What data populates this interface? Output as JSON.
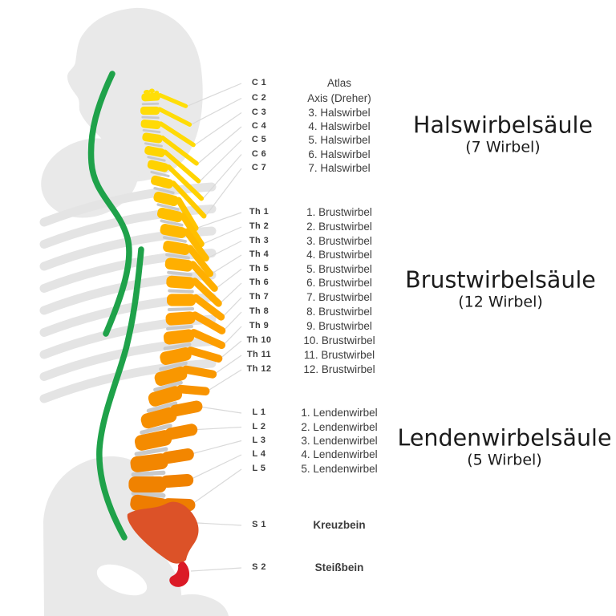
{
  "figure": {
    "sections": [
      {
        "heading": "Halswirbelsäule",
        "subheading": "(7 Wirbel)"
      },
      {
        "heading": "Brustwirbelsäule",
        "subheading": "(12 Wirbel)"
      },
      {
        "heading": "Lendenwirbelsäule",
        "subheading": "(5 Wirbel)"
      }
    ],
    "rows": [
      {
        "code": "C 1",
        "name": "Atlas"
      },
      {
        "code": "C 2",
        "name": "Axis (Dreher)"
      },
      {
        "code": "C 3",
        "name": "3. Halswirbel"
      },
      {
        "code": "C 4",
        "name": "4. Halswirbel"
      },
      {
        "code": "C 5",
        "name": "5. Halswirbel"
      },
      {
        "code": "C 6",
        "name": "6. Halswirbel"
      },
      {
        "code": "C 7",
        "name": "7. Halswirbel"
      },
      {
        "code": "Th 1",
        "name": "1. Brustwirbel"
      },
      {
        "code": "Th 2",
        "name": "2. Brustwirbel"
      },
      {
        "code": "Th 3",
        "name": "3. Brustwirbel"
      },
      {
        "code": "Th 4",
        "name": "4. Brustwirbel"
      },
      {
        "code": "Th 5",
        "name": "5. Brustwirbel"
      },
      {
        "code": "Th 6",
        "name": "6. Brustwirbel"
      },
      {
        "code": "Th 7",
        "name": "7. Brustwirbel"
      },
      {
        "code": "Th 8",
        "name": "8. Brustwirbel"
      },
      {
        "code": "Th 9",
        "name": "9. Brustwirbel"
      },
      {
        "code": "Th 10",
        "name": "10. Brustwirbel"
      },
      {
        "code": "Th 11",
        "name": "11. Brustwirbel"
      },
      {
        "code": "Th 12",
        "name": "12. Brustwirbel"
      },
      {
        "code": "L 1",
        "name": "1. Lendenwirbel"
      },
      {
        "code": "L 2",
        "name": "2. Lendenwirbel"
      },
      {
        "code": "L 3",
        "name": "3. Lendenwirbel"
      },
      {
        "code": "L 4",
        "name": "4. Lendenwirbel"
      },
      {
        "code": "L 5",
        "name": "5. Lendenwirbel"
      },
      {
        "code": "S 1",
        "name": "Kreuzbein"
      },
      {
        "code": "S 2",
        "name": "Steißbein"
      }
    ],
    "colors": {
      "spine_gradient": [
        "#ffde08",
        "#ffd400",
        "#ffb800",
        "#ffa200",
        "#f79200",
        "#ee7d00"
      ],
      "sacrum": "#dc5228",
      "coccyx": "#db1a26",
      "cord_green": "#1fa24a",
      "silhouette": "#e9e9e9",
      "rib": "#e4e4e4",
      "disc": "#c9c9c9",
      "leader_line": "#d9d9d9",
      "heading_text": "#1b1b1b",
      "label_text": "#3c3c3c"
    }
  }
}
